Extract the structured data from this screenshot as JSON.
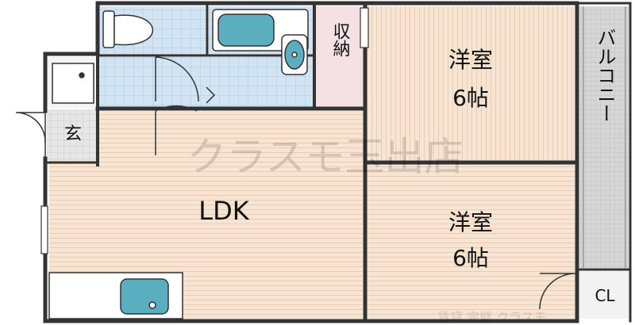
{
  "labels": {
    "storage": "収納",
    "western_room_top": "洋室",
    "western_room_top_size": "6帖",
    "balcony": "バルコニー",
    "entrance": "玄",
    "watermark": "クラスモ玉出店",
    "ldk": "LDK",
    "western_room_bottom": "洋室",
    "western_room_bottom_size": "6帖",
    "closet": "CL",
    "footer_watermark": "賃貸 完璧 クラスモ"
  },
  "colors": {
    "wall": "#333333",
    "flooring": "#f7e4d2",
    "flooring_line": "#e6c8ad",
    "wet_area": "#d2e3f3",
    "wet_area_grid": "#b3c9e2",
    "storage": "#f5e0e4",
    "balcony": "#d8d8d8",
    "fixture": "#5aaec0",
    "entrance": "#e4e4e4"
  }
}
